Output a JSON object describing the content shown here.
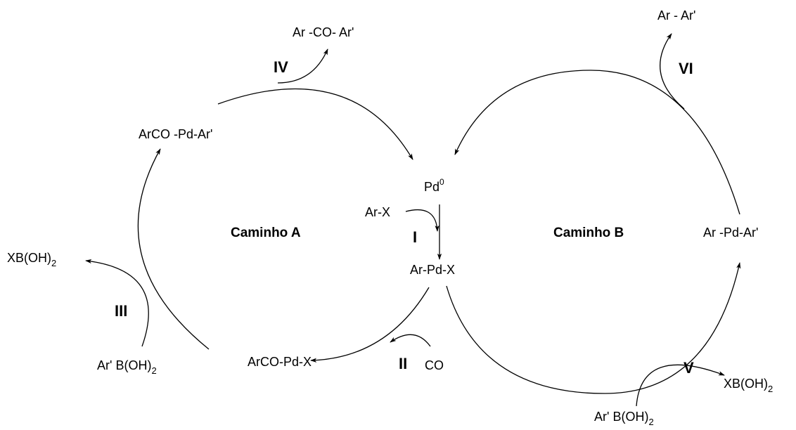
{
  "paths": {
    "a": "Caminho A",
    "b": "Caminho B"
  },
  "catalyst": {
    "base": "Pd",
    "sup": "0"
  },
  "species": {
    "ar_x": "Ar-X",
    "ar_pd_x": "Ar-Pd-X",
    "arco_pd_x": "ArCO-Pd-X",
    "arco_pd_ar": "ArCO -Pd-Ar'",
    "ar_co_ar": "Ar -CO- Ar'",
    "ar_pd_ar": "Ar -Pd-Ar'",
    "ar_ar": "Ar - Ar'",
    "co": "CO",
    "xboh2_left": {
      "base": "XB(OH)",
      "sub": "2"
    },
    "arboh2_left": {
      "base": "Ar' B(OH)",
      "sub": "2"
    },
    "xboh2_right": {
      "base": "XB(OH)",
      "sub": "2"
    },
    "arboh2_right": {
      "base": "Ar' B(OH)",
      "sub": "2"
    }
  },
  "steps": {
    "i": "I",
    "ii": "II",
    "iii": "III",
    "iv": "IV",
    "v": "V",
    "vi": "VI"
  }
}
